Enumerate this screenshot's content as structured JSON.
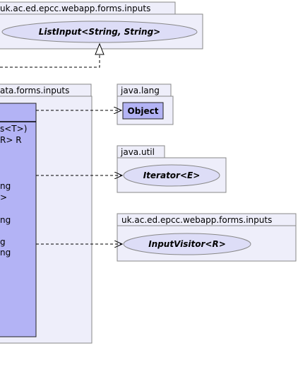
{
  "packages": {
    "top": {
      "name": "uk.ac.ed.epcc.webapp.forms.inputs",
      "class_label": "ListInput<String, String>"
    },
    "main": {
      "name": "ata.forms.inputs",
      "members": [
        "s<T>)",
        "R> R",
        "ng",
        ">",
        "ng",
        "g",
        "ng"
      ]
    },
    "lang": {
      "name": "java.lang",
      "class_label": "Object"
    },
    "util": {
      "name": "java.util",
      "class_label": "Iterator<E>"
    },
    "visitor": {
      "name": "uk.ac.ed.epcc.webapp.forms.inputs",
      "class_label": "InputVisitor<R>"
    }
  },
  "colors": {
    "package_fill": "#eeeefa",
    "package_border": "#888888",
    "class_fill": "#b3b3f5",
    "interface_fill": "#ddddf7",
    "line": "#000000"
  }
}
